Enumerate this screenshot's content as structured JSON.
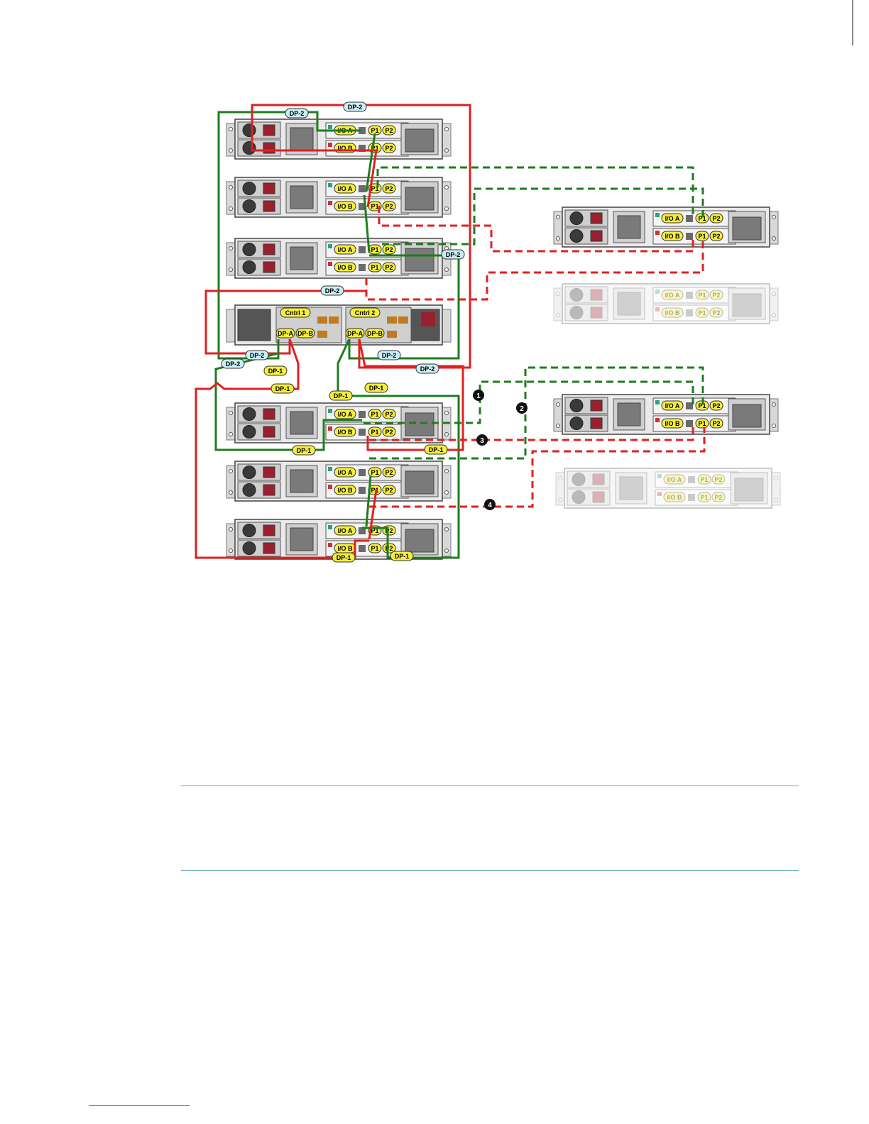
{
  "labels": {
    "io_a": "I/O A",
    "io_b": "I/O B",
    "p1": "P1",
    "p2": "P2",
    "dp_a": "DP-A",
    "dp_b": "DP-B",
    "dp1": "DP-1",
    "dp2": "DP-2",
    "cntrl1": "Cntrl 1",
    "cntrl2": "Cntrl 2"
  },
  "callouts": [
    "1",
    "2",
    "3",
    "4"
  ],
  "colors": {
    "path_a_green": "#1e7d1e",
    "path_b_red": "#e02020",
    "label_yellow": "#f5ee3a",
    "label_cyan": "#c9eef4",
    "rule": "#5aa8b5"
  }
}
